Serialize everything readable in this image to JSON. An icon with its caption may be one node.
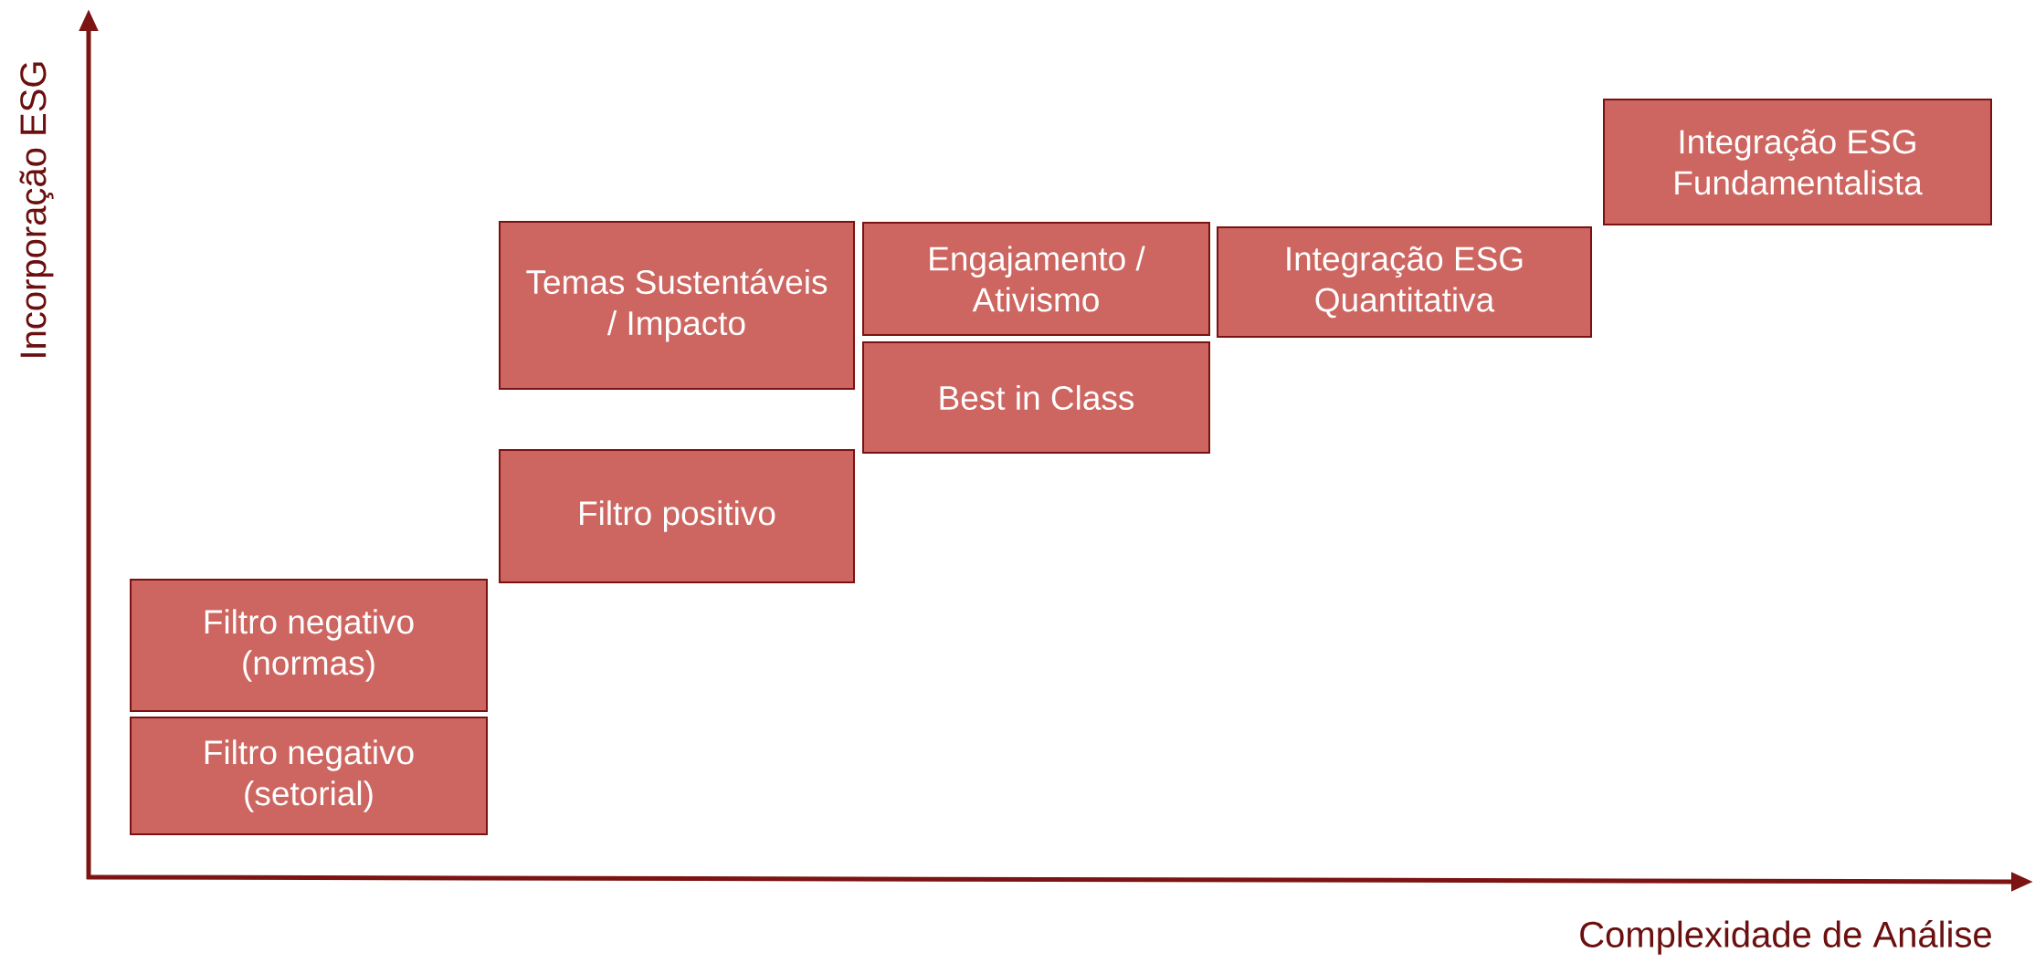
{
  "diagram": {
    "nodes": [
      {
        "text": [
          "Integração ESG Fundamentalista"
        ]
      },
      {
        "text": [
          "Temas Sustentáveis / Impacto"
        ]
      },
      {
        "text": [
          "Engajamento / Ativismo"
        ]
      },
      {
        "text": [
          "Integração ESG Quantitativa"
        ]
      },
      {
        "text": [
          "Best in Class"
        ]
      },
      {
        "text": [
          "Filtro positivo"
        ]
      },
      {
        "text": [
          "Filtro negativo (normas)"
        ]
      },
      {
        "text": [
          "Filtro negativo (setorial)"
        ]
      }
    ],
    "edges": [],
    "labels": [
      "Incorporação ESG",
      "Complexidade de Análise"
    ]
  }
}
